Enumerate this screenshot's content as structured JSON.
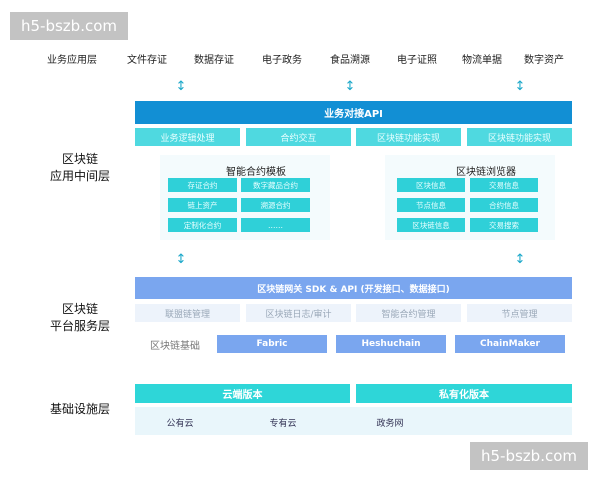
{
  "top_labels": [
    "业务应用层",
    "文件存证",
    "数据存证",
    "电子政务",
    "食品溯源",
    "电子证照",
    "物流单据",
    "数字资产"
  ],
  "layers": {
    "middleware": {
      "label_line1": "区块链",
      "label_line2": "应用中间层"
    },
    "platform": {
      "label_line1": "区块链",
      "label_line2": "平台服务层"
    },
    "infra": {
      "label": "基础设施层"
    }
  },
  "api_bar": "业务对接API",
  "api_row": [
    "业务逻辑处理",
    "合约交互",
    "区块链功能实现",
    "区块链功能实现"
  ],
  "contract_templates": {
    "title": "智能合约模板",
    "items": [
      "存证合约",
      "数字藏品合约",
      "链上资产",
      "溯源合约",
      "定制化合约",
      "……"
    ]
  },
  "browser": {
    "title": "区块链浏览器",
    "items": [
      "区块信息",
      "交易信息",
      "节点信息",
      "合约信息",
      "区块链信息",
      "交易搜索"
    ]
  },
  "gateway_bar": "区块链网关 SDK & API (开发接口、数据接口)",
  "platform_row": [
    "联盟链管理",
    "区块链日志/审计",
    "智能合约管理",
    "节点管理"
  ],
  "base": {
    "label": "区块链基础",
    "items": [
      "Fabric",
      "Heshuchain",
      "ChainMaker"
    ]
  },
  "infra_bars": [
    "云端版本",
    "私有化版本"
  ],
  "infra_items": [
    "公有云",
    "专有云",
    "政务网"
  ],
  "watermark": "h5-bszb.com",
  "colors": {
    "api": "#128fd4",
    "cyan": "#4fd9e0",
    "blue": "#7aa6ef",
    "teal": "#2ed6d8"
  }
}
